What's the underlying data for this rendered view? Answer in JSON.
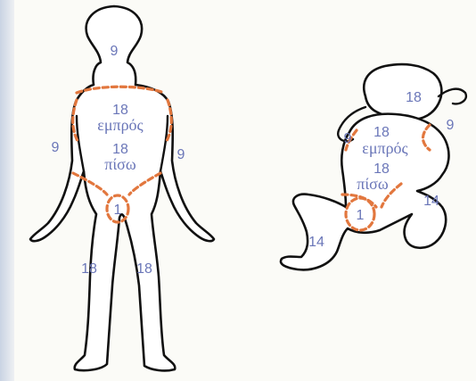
{
  "adult": {
    "head": "9",
    "torso_front_value": "18",
    "torso_front_word": "εμπρός",
    "torso_back_value": "18",
    "torso_back_word": "πίσω",
    "arm_left": "9",
    "arm_right": "9",
    "groin": "1",
    "leg_left": "18",
    "leg_right": "18"
  },
  "infant": {
    "head": "18",
    "arm_left": "9",
    "arm_right": "9",
    "torso_front_value": "18",
    "torso_front_word": "εμπρός",
    "torso_back_value": "18",
    "torso_back_word": "πίσω",
    "groin": "1",
    "leg_left": "14",
    "leg_right": "14"
  },
  "colors": {
    "label": "#6a76b8",
    "dashed_boundary": "#e2773e",
    "outline": "#111111"
  }
}
